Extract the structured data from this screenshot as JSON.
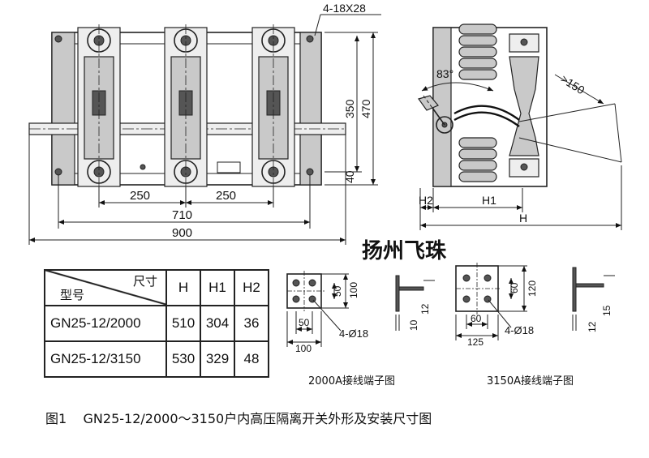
{
  "drawing": {
    "hole_spec": "4-18X28",
    "dims_front": {
      "d350": "350",
      "d470": "470",
      "d40": "40",
      "d250a": "250",
      "d250b": "250",
      "d710": "710",
      "d900": "900"
    },
    "dims_side": {
      "angle": "83°",
      "clearance": ">150",
      "h2": "H2",
      "h1": "H1",
      "h": "H"
    },
    "brand": "扬州飞珠"
  },
  "table": {
    "header_corner_top": "尺寸",
    "header_corner_bottom": "型号",
    "col_h": "H",
    "col_h1": "H1",
    "col_h2": "H2",
    "rows": [
      {
        "model": "GN25-12/2000",
        "h": "510",
        "h1": "304",
        "h2": "36"
      },
      {
        "model": "GN25-12/3150",
        "h": "530",
        "h1": "329",
        "h2": "48"
      }
    ]
  },
  "terminal_2000": {
    "d50v": "50",
    "d100v": "100",
    "d50h": "50",
    "d100h": "100",
    "holes": "4-Ø18",
    "side_12": "12",
    "side_10": "10",
    "caption": "2000A接线端子图"
  },
  "terminal_3150": {
    "d60v": "60",
    "d120v": "120",
    "d60h": "60",
    "d125h": "125",
    "holes": "4-Ø18",
    "side_15": "15",
    "side_12": "12",
    "caption": "3150A接线端子图"
  },
  "figure_caption": "图1    GN25-12/2000～3150户内高压隔离开关外形及安装尺寸图"
}
